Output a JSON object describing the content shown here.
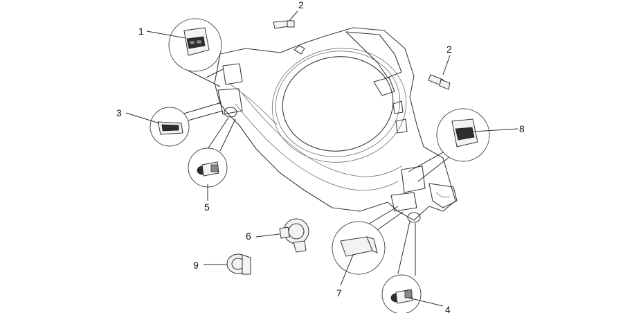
{
  "callouts": [
    {
      "id": "1",
      "label": "1"
    },
    {
      "id": "2a",
      "label": "2"
    },
    {
      "id": "2b",
      "label": "2"
    },
    {
      "id": "3",
      "label": "3"
    },
    {
      "id": "4",
      "label": "4"
    },
    {
      "id": "5",
      "label": "5"
    },
    {
      "id": "6",
      "label": "6"
    },
    {
      "id": "7",
      "label": "7"
    },
    {
      "id": "8",
      "label": "8"
    },
    {
      "id": "9",
      "label": "9"
    }
  ]
}
